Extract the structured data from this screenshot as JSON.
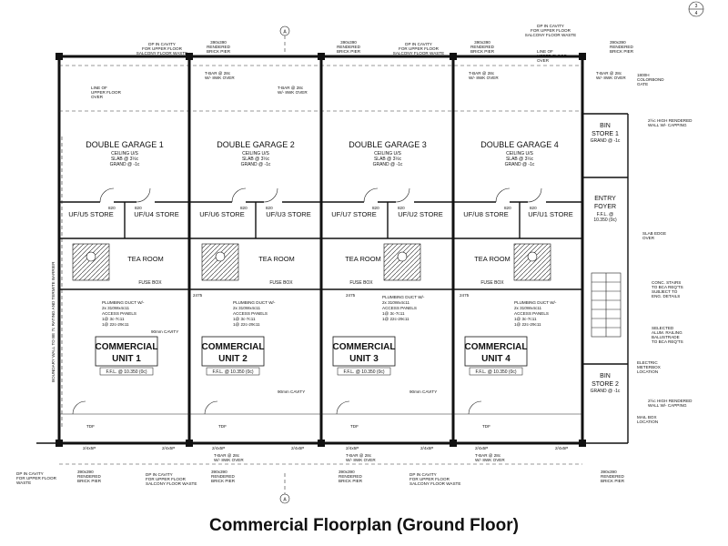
{
  "caption": "Commercial Floorplan (Ground Floor)",
  "grid_markers": {
    "a_top": "A",
    "a_bottom": "A",
    "sheet": "3",
    "sheet2": "4"
  },
  "garages": [
    {
      "label": "DOUBLE GARAGE 1",
      "ceiling": "CEILING U/S",
      "slab": "SLAB @ 3½c",
      "grand": "GRAND @ -1c"
    },
    {
      "label": "DOUBLE GARAGE 2",
      "ceiling": "CEILING U/S",
      "slab": "SLAB @ 3½c",
      "grand": "GRAND @ -1c"
    },
    {
      "label": "DOUBLE GARAGE 3",
      "ceiling": "CEILING U/S",
      "slab": "SLAB @ 3½c",
      "grand": "GRAND @ -1c"
    },
    {
      "label": "DOUBLE GARAGE 4",
      "ceiling": "CEILING U/S",
      "slab": "SLAB @ 3½c",
      "grand": "GRAND @ -1c"
    }
  ],
  "stores": [
    {
      "left": "UF/U5 STORE",
      "right": "UF/U4 STORE"
    },
    {
      "left": "UF/U6 STORE",
      "right": "UF/U3 STORE"
    },
    {
      "left": "UF/U7 STORE",
      "right": "UF/U2 STORE"
    },
    {
      "left": "UF/U8 STORE",
      "right": "UF/U1 STORE"
    }
  ],
  "tea_rooms": [
    "TEA ROOM",
    "TEA ROOM",
    "TEA ROOM",
    "TEA ROOM"
  ],
  "fuse_box": "FUSE BOX",
  "units": [
    {
      "line1": "COMMERCIAL",
      "line2": "UNIT 1",
      "ffl": "F.F.L. @ 10.350 (0c)"
    },
    {
      "line1": "COMMERCIAL",
      "line2": "UNIT 2",
      "ffl": "F.F.L. @ 10.350 (0c)"
    },
    {
      "line1": "COMMERCIAL",
      "line2": "UNIT 3",
      "ffl": "F.F.L. @ 10.350 (0c)"
    },
    {
      "line1": "COMMERCIAL",
      "line2": "UNIT 4",
      "ffl": "F.F.L. @ 10.350 (0c)"
    }
  ],
  "plumbing_note": [
    "PLUMBING DUCT W/-",
    "2x 310Wx4c11",
    "ACCESS PANELS",
    "1@ 3c-7c11",
    "1@ 22c-29c11"
  ],
  "bin_store_1": {
    "line1": "BIN",
    "line2": "STORE 1",
    "grand": "GRAND @ -1c"
  },
  "bin_store_2": {
    "line1": "BIN",
    "line2": "STORE 2",
    "grand": "GRAND @ -1c"
  },
  "entry_foyer": {
    "line1": "ENTRY",
    "line2": "FOYER",
    "ffl": "F.F.L. @",
    "level": "10.350 (0c)"
  },
  "top_notes": {
    "dp_cavity": [
      "DP IN CAVITY",
      "FOR UPPER FLOOR",
      "SALCONY FLOOR WASTE"
    ],
    "rendered_pier": [
      "390x390",
      "RENDERED",
      "BRICK PIER"
    ],
    "lintel": [
      "T-BAR @ 28c",
      "W/- 8WK OVER"
    ],
    "upper_floor": [
      "LINE OF",
      "UPPER FLOOR",
      "OVER"
    ],
    "colorbond": [
      "1800H",
      "COLORBOND",
      "GATE"
    ]
  },
  "right_notes": {
    "rendered_wall": [
      "2½c HIGH RENDERED",
      "WALL W/- CAPPING"
    ],
    "slab_edge": [
      "SLAB EDGE",
      "OVER"
    ],
    "stairs": [
      "CONC. STAIRS",
      "TO BCA REQ'TS",
      "SUBJECT TO",
      "ENG. DETAILS"
    ],
    "balustrade": [
      "SELECTED",
      "ALUM. RAILING",
      "BALUSTRADE",
      "TO BCA REQ'TS"
    ],
    "meter": [
      "ELECTRIC",
      "METERBOX",
      "LOCATION"
    ],
    "mailbox": [
      "MAIL BOX",
      "LOCATION"
    ]
  },
  "left_note": "BOUNDARY WALL TO BE 7c RATING AND TERMITE BARRIER",
  "dims": {
    "d820": "820",
    "d2475": "2475",
    "cavity": "90mm CAVITY",
    "tdf": "TDF",
    "sp": "2/4x5P"
  },
  "bottom_notes": {
    "dp_cavity": [
      "DP IN CAVITY",
      "FOR UPPER FLOOR",
      "SALCONY FLOOR WASTE"
    ],
    "pier": [
      "390x390",
      "RENDERED",
      "BRICK PIER"
    ],
    "lintel": [
      "T-BAR @ 28c",
      "W/- 8WK OVER"
    ],
    "left_cavity": [
      "DP IN CAVITY",
      "FOR UPPER FLOOR",
      "WASTE"
    ]
  }
}
